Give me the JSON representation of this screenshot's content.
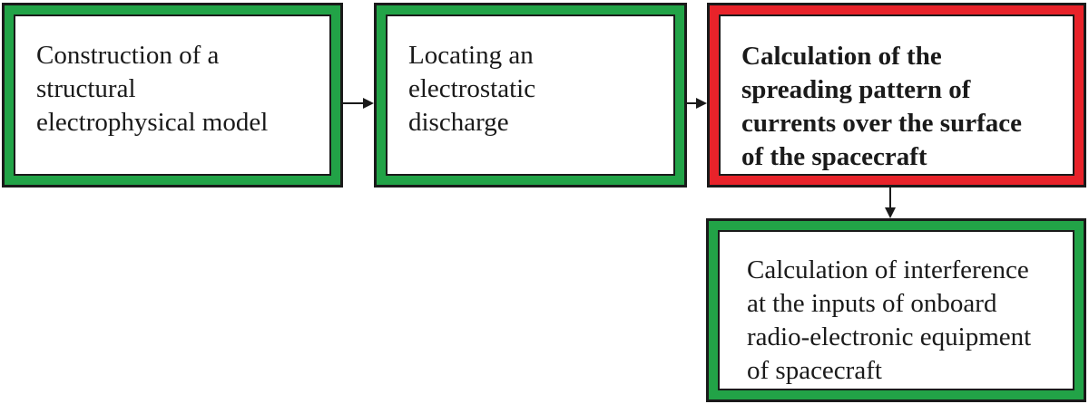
{
  "colors": {
    "green": "#22a347",
    "red": "#e8232a",
    "border": "#1a1a1a"
  },
  "steps": [
    {
      "lines": [
        "Construction of a",
        "structural",
        "electrophysical model"
      ]
    },
    {
      "lines": [
        "Locating an",
        "electrostatic",
        "discharge"
      ]
    },
    {
      "lines": [
        "Calculation of the",
        "spreading pattern of",
        "currents over the surface",
        "of the spacecraft"
      ]
    },
    {
      "lines": [
        "Calculation of interference",
        "at the inputs of onboard",
        "radio-electronic equipment",
        "of spacecraft"
      ]
    }
  ]
}
